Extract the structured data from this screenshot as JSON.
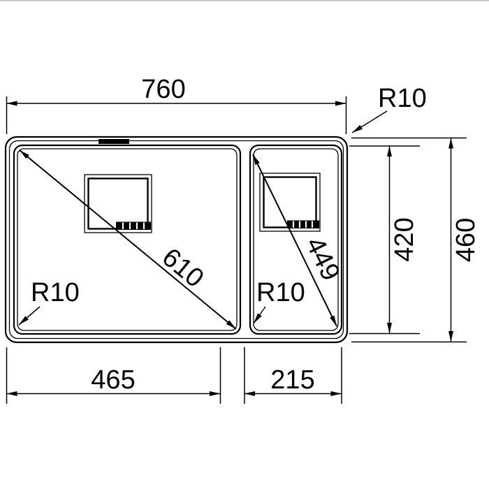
{
  "page": {
    "background_color": "#ffffff",
    "line_color": "#000000",
    "top_border_color": "#c9c9c9"
  },
  "drawing": {
    "kind": "sink-technical-drawing",
    "labels": {
      "overall_width": "760",
      "outer_corner_radius": "R10",
      "overall_depth": "460",
      "bowl_depth": "420",
      "large_bowl_diagonal": "610",
      "small_bowl_diagonal": "449",
      "large_bowl_radius": "R10",
      "small_bowl_radius": "R10",
      "large_bowl_width": "465",
      "small_bowl_width": "215"
    }
  }
}
